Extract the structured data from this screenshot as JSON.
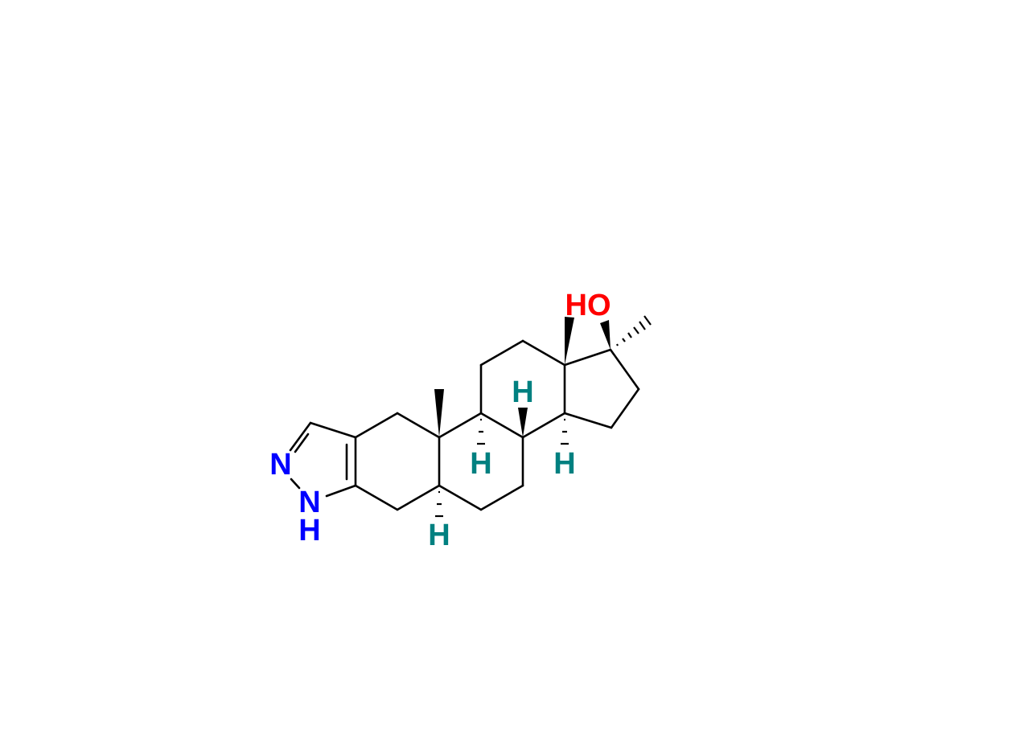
{
  "molecule": {
    "labels": {
      "n2": "N",
      "n1": "N",
      "n1_h": "H",
      "oh": "HO",
      "h5": "H",
      "h8": "H",
      "h9": "H",
      "h14": "H"
    },
    "colors": {
      "nitrogen": "#0000ff",
      "oxygen": "#ff0000",
      "hydrogen": "#008080",
      "bond": "#000000"
    }
  }
}
